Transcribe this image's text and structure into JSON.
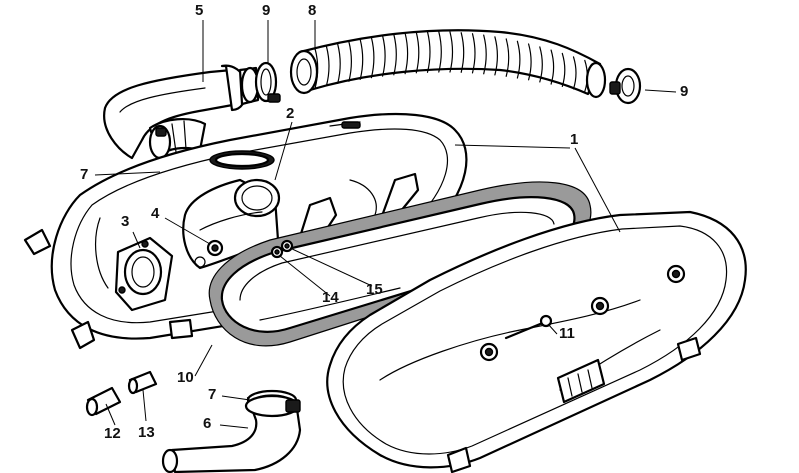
{
  "callouts": {
    "c1": "1",
    "c2": "2",
    "c3": "3",
    "c4": "4",
    "c5": "5",
    "c6": "6",
    "c7a": "7",
    "c7b": "7",
    "c8": "8",
    "c9a": "9",
    "c9b": "9",
    "c10": "10",
    "c11": "11",
    "c12": "12",
    "c13": "13",
    "c14": "14",
    "c15": "15"
  }
}
